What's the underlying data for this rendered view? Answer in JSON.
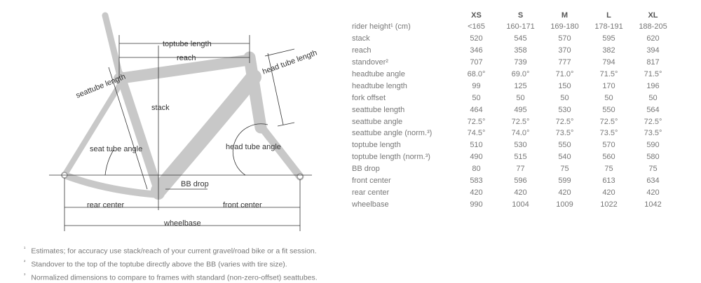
{
  "diagram": {
    "labels": {
      "toptube_length": "toptube length",
      "reach": "reach",
      "head_tube_length": "head tube length",
      "seattube_length": "seattube length",
      "stack": "stack",
      "seat_tube_angle": "seat tube angle",
      "head_tube_angle": "head tube angle",
      "bb_drop": "BB drop",
      "rear_center": "rear center",
      "front_center": "front center",
      "wheelbase": "wheelbase"
    }
  },
  "table": {
    "headers": [
      "XS",
      "S",
      "M",
      "L",
      "XL"
    ],
    "rows": [
      {
        "label": "rider height¹ (cm)",
        "values": [
          "<165",
          "160-171",
          "169-180",
          "178-191",
          "188-205"
        ]
      },
      {
        "label": "stack",
        "values": [
          "520",
          "545",
          "570",
          "595",
          "620"
        ]
      },
      {
        "label": "reach",
        "values": [
          "346",
          "358",
          "370",
          "382",
          "394"
        ]
      },
      {
        "label": "standover²",
        "values": [
          "707",
          "739",
          "777",
          "794",
          "817"
        ]
      },
      {
        "label": "headtube angle",
        "values": [
          "68.0°",
          "69.0°",
          "71.0°",
          "71.5°",
          "71.5°"
        ]
      },
      {
        "label": "headtube length",
        "values": [
          "99",
          "125",
          "150",
          "170",
          "196"
        ]
      },
      {
        "label": "fork offset",
        "values": [
          "50",
          "50",
          "50",
          "50",
          "50"
        ]
      },
      {
        "label": "seattube length",
        "values": [
          "464",
          "495",
          "530",
          "550",
          "564"
        ]
      },
      {
        "label": "seattube angle",
        "values": [
          "72.5°",
          "72.5°",
          "72.5°",
          "72.5°",
          "72.5°"
        ]
      },
      {
        "label": "seattube angle (norm.³)",
        "values": [
          "74.5°",
          "74.0°",
          "73.5°",
          "73.5°",
          "73.5°"
        ]
      },
      {
        "label": "toptube length",
        "values": [
          "510",
          "530",
          "550",
          "570",
          "590"
        ]
      },
      {
        "label": "toptube length (norm.³)",
        "values": [
          "490",
          "515",
          "540",
          "560",
          "580"
        ]
      },
      {
        "label": "BB drop",
        "values": [
          "80",
          "77",
          "75",
          "75",
          "75"
        ]
      },
      {
        "label": "front center",
        "values": [
          "583",
          "596",
          "599",
          "613",
          "634"
        ]
      },
      {
        "label": "rear center",
        "values": [
          "420",
          "420",
          "420",
          "420",
          "420"
        ]
      },
      {
        "label": "wheelbase",
        "values": [
          "990",
          "1004",
          "1009",
          "1022",
          "1042"
        ]
      }
    ]
  },
  "footnotes": [
    {
      "mark": "¹",
      "text": "Estimates; for accuracy use stack/reach of your current gravel/road bike or a fit session."
    },
    {
      "mark": "²",
      "text": "Standover to the top of the toptube directly above the BB (varies with tire size)."
    },
    {
      "mark": "³",
      "text": "Normalized dimensions to compare to frames with standard (non-zero-offset) seattubes."
    }
  ]
}
